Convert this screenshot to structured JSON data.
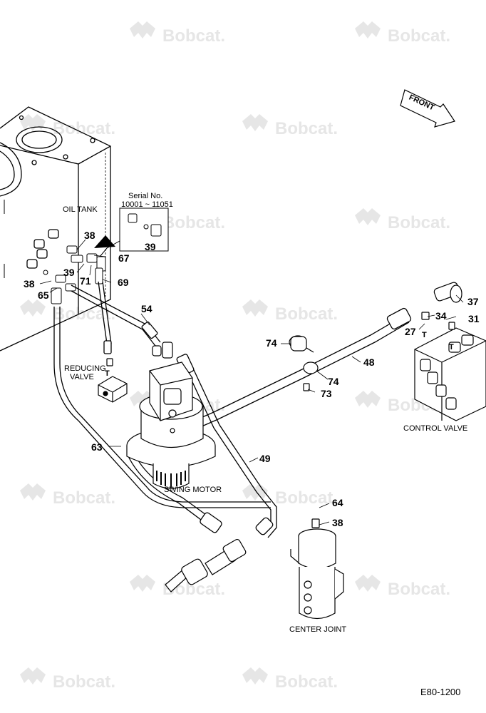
{
  "watermark": {
    "text": "Bobcat."
  },
  "labels": {
    "oil_tank": "OIL TANK",
    "serial_title": "Serial No.",
    "serial_range": "10001 ~ 11051",
    "front": "FRONT",
    "reducing_1": "REDUCING",
    "reducing_2": "VALVE",
    "swing_motor": "SWING MOTOR",
    "control_valve": "CONTROL VALVE",
    "center_joint": "CENTER JOINT",
    "fig_id": "E80-1200"
  },
  "callouts": {
    "c38a": "38",
    "c39a": "39",
    "c67": "67",
    "c39b": "39",
    "c71": "71",
    "c38b": "38",
    "c65": "65",
    "c69": "69",
    "c54": "54",
    "c74a": "74",
    "c74b": "74",
    "c73": "73",
    "c48": "48",
    "c37": "37",
    "c34": "34",
    "c31": "31",
    "c27": "27",
    "c63": "63",
    "c49": "49",
    "c64": "64",
    "c38c": "38"
  },
  "tee_marks": {
    "t1": "T",
    "t2": "T",
    "t3": "T"
  }
}
